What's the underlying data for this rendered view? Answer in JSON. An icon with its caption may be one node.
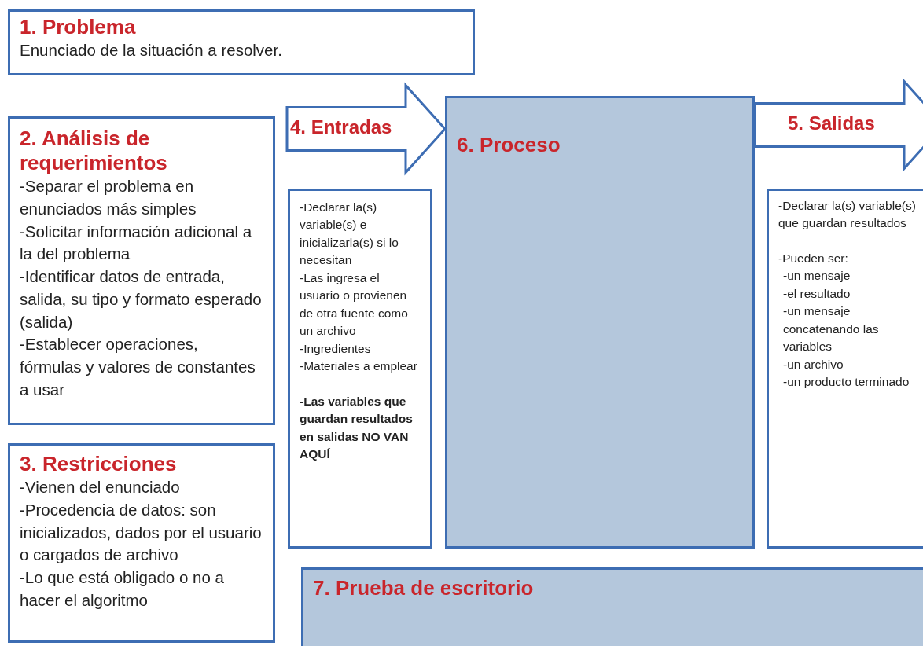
{
  "diagram": {
    "nodes": [
      {
        "text": [
          "1. Problema",
          "Enunciado de la situación a resolver."
        ]
      },
      {
        "text": [
          "2. Análisis de requerimientos",
          "-Separar el problema en enunciados más simples",
          "-Solicitar información adicional a la del problema",
          "-Identificar datos de entrada, salida, su tipo y formato esperado (salida)",
          "-Establecer operaciones, fórmulas y valores de constantes a usar"
        ]
      },
      {
        "text": [
          "3. Restricciones",
          "-Vienen del enunciado",
          "-Procedencia de datos: son inicializados, dados por el usuario o cargados de archivo",
          "-Lo que está obligado o no a hacer el algoritmo"
        ]
      },
      {
        "text": [
          "-Declarar la(s) variable(s) e inicializarla(s) si lo necesitan",
          "-Las ingresa el usuario o provienen de otra fuente como un archivo",
          "-Ingredientes",
          "-Materiales a emplear",
          "**-Las variables que guardan resultados en salidas NO VAN AQUÍ**"
        ]
      },
      {
        "text": [
          "6. Proceso"
        ]
      },
      {
        "text": [
          "-Declarar la(s) variable(s) que guardan resultados",
          "-Pueden ser:",
          "-un mensaje",
          "-el resultado",
          "-un mensaje concatenando las variables",
          "-un archivo",
          "-un producto terminado"
        ]
      },
      {
        "text": [
          "7. Prueba de escritorio"
        ]
      }
    ],
    "edges": [
      {
        "from": null,
        "to": 4,
        "arrow": "to",
        "label": "4. Entradas"
      },
      {
        "from": 4,
        "to": null,
        "arrow": "to",
        "label": "5. Salidas"
      }
    ]
  }
}
